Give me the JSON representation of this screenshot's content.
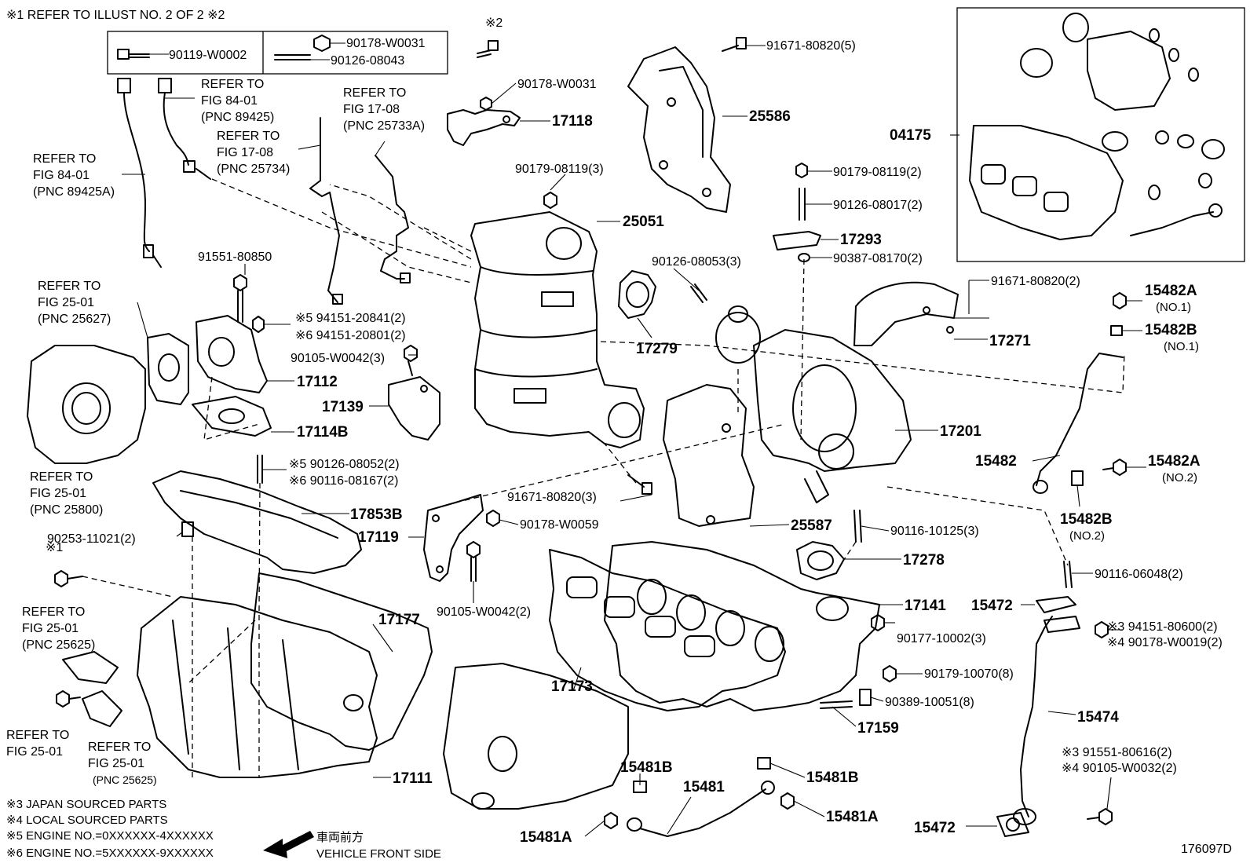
{
  "notes": {
    "top_note": "※1  REFER TO ILLUST NO. 2 OF 2   ※2",
    "japan": "※3  JAPAN SOURCED PARTS",
    "local": "※4  LOCAL SOURCED PARTS",
    "engine5": "※5 ENGINE NO.=0XXXXXX-4XXXXXX",
    "engine6": "※6 ENGINE NO.=5XXXXXX-9XXXXXX",
    "front_jp": "車両前方",
    "front_en": "VEHICLE FRONT SIDE",
    "diagram_id": "176097D",
    "mark2": "※2",
    "mark1": "※1"
  },
  "refs": {
    "r84a": [
      "REFER TO",
      "FIG 84-01",
      "(PNC 89425)"
    ],
    "r84b": [
      "REFER TO",
      "FIG 84-01",
      "(PNC 89425A)"
    ],
    "r17a": [
      "REFER TO",
      "FIG 17-08",
      "(PNC 25734)"
    ],
    "r17b": [
      "REFER TO",
      "FIG 17-08",
      "(PNC 25733A)"
    ],
    "r25a": [
      "REFER TO",
      "FIG 25-01",
      "(PNC 25627)"
    ],
    "r25b": [
      "REFER TO",
      "FIG 25-01",
      "(PNC 25800)"
    ],
    "r25c": [
      "REFER TO",
      "FIG 25-01",
      "(PNC 25625)"
    ],
    "r25d": [
      "REFER TO",
      "FIG 25-01"
    ],
    "r25e": [
      "REFER TO",
      "FIG 25-01",
      "(PNC 25625)"
    ]
  },
  "parts": {
    "p90119": "90119-W0002",
    "p90178a": "90178-W0031",
    "p90126a": "90126-08043",
    "p90178b": "90178-W0031",
    "p17118": "17118",
    "p91671a": "91671-80820(5)",
    "p25586": "25586",
    "p04175": "04175",
    "p90179a": "90179-08119(3)",
    "p25051": "25051",
    "p90179b": "90179-08119(2)",
    "p90126b": "90126-08017(2)",
    "p17293": "17293",
    "p90387": "90387-08170(2)",
    "p90126c": "90126-08053(3)",
    "p91551a": "91551-80850",
    "p94151a": "※5 94151-20841(2)",
    "p94151b": "※6 94151-20801(2)",
    "p90105a": "90105-W0042(3)",
    "p17112": "17112",
    "p17139": "17139",
    "p17114b": "17114B",
    "p17279": "17279",
    "p91671b": "91671-80820(2)",
    "p15482a1": "15482A",
    "p15482a1n": "(NO.1)",
    "p15482b1": "15482B",
    "p15482b1n": "(NO.1)",
    "p17271": "17271",
    "p17201": "17201",
    "p15482": "15482",
    "p15482a2": "15482A",
    "p15482a2n": "(NO.2)",
    "p15482b2": "15482B",
    "p15482b2n": "(NO.2)",
    "p90126d": "※5 90126-08052(2)",
    "p90116a": "※6 90116-08167(2)",
    "p17853b": "17853B",
    "p91671c": "91671-80820(3)",
    "p17119": "17119",
    "p90178c": "90178-W0059",
    "p25587": "25587",
    "p90116b": "90116-10125(3)",
    "p17278": "17278",
    "p90253": "90253-11021(2)",
    "p90105b": "90105-W0042(2)",
    "p90116c": "90116-06048(2)",
    "p17177": "17177",
    "p17141": "17141",
    "p15472a": "15472",
    "p94151c": "※3 94151-80600(2)",
    "p90178d": "※4 90178-W0019(2)",
    "p90177": "90177-10002(3)",
    "p17173": "17173",
    "p90179c": "90179-10070(8)",
    "p90389": "90389-10051(8)",
    "p15474": "15474",
    "p17159": "17159",
    "p91551b": "※3 91551-80616(2)",
    "p90105c": "※4 90105-W0032(2)",
    "p15481b1": "15481B",
    "p15481": "15481",
    "p15481b2": "15481B",
    "p17111": "17111",
    "p15481a2": "15481A",
    "p15481a1": "15481A",
    "p15472b": "15472"
  }
}
